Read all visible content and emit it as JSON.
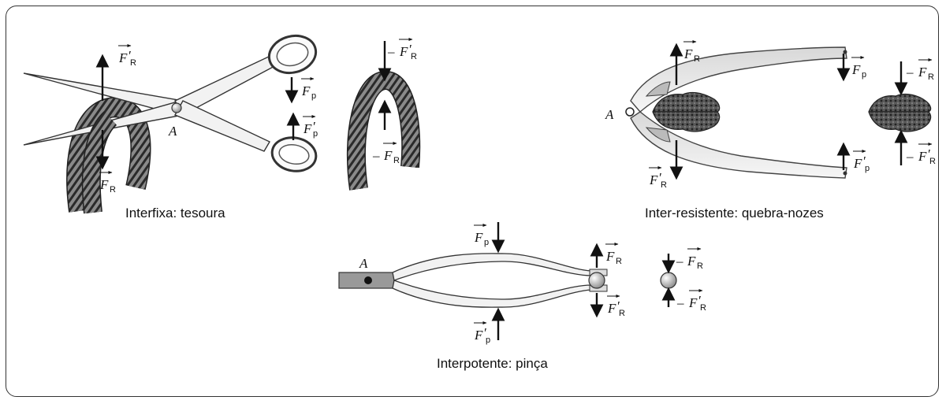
{
  "captions": {
    "scissors": "Interfixa: tesoura",
    "nutcracker": "Inter-resistente: quebra-nozes",
    "tweezers": "Interpotente: pinça"
  },
  "point_label": "A",
  "forces": {
    "fr_prime": {
      "main": "F",
      "sub": "R",
      "prime": "′",
      "sign": ""
    },
    "fr": {
      "main": "F",
      "sub": "R",
      "prime": "",
      "sign": ""
    },
    "fp": {
      "main": "F",
      "sub": "p",
      "prime": "",
      "sign": ""
    },
    "fp_prime": {
      "main": "F",
      "sub": "p",
      "prime": "′",
      "sign": ""
    },
    "neg_fr_prime": {
      "main": "F",
      "sub": "R",
      "prime": "′",
      "sign": "–"
    },
    "neg_fr": {
      "main": "F",
      "sub": "R",
      "prime": "",
      "sign": "–"
    }
  },
  "colors": {
    "ink": "#111111",
    "metal": "#f2f2f2",
    "coil": "#555555",
    "walnut": "#444444",
    "frame": "#333333"
  }
}
